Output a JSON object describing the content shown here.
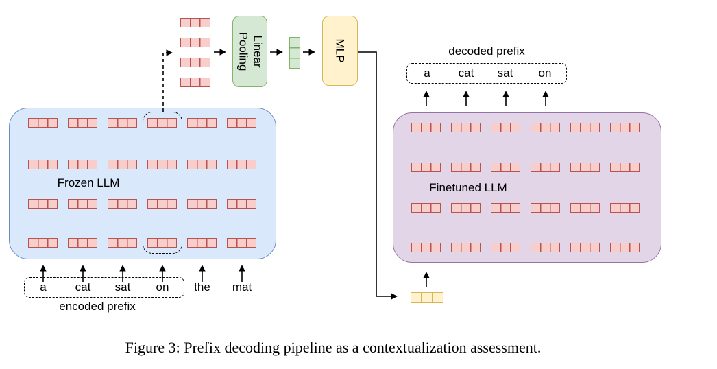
{
  "figure": {
    "caption": "Figure 3: Prefix decoding pipeline as a contextualization assessment."
  },
  "nodes": {
    "frozen_llm": {
      "label": "Frozen LLM",
      "fill": "#dae8fc",
      "stroke": "#6c8ebf",
      "token_rows": 4,
      "token_cols": 6
    },
    "finetuned_llm": {
      "label": "Finetuned LLM",
      "fill": "#e1d5e7",
      "stroke": "#9673a6",
      "token_rows": 4,
      "token_cols": 6
    },
    "linear_pooling": {
      "label": "Linear\nPooling",
      "fill": "#d5e8d4",
      "stroke": "#82b366"
    },
    "mlp": {
      "label": "MLP",
      "fill": "#fff2cc",
      "stroke": "#d6b656"
    },
    "hidden_state_stack": {
      "tokens": 4,
      "fill": "#f8cecc",
      "stroke": "#b85450"
    },
    "pooled_vector": {
      "cells": 3,
      "fill": "#d5e8d4",
      "stroke": "#82b366"
    },
    "new_token_embedding": {
      "cells": 3,
      "fill": "#fff2cc",
      "stroke": "#d6b656"
    }
  },
  "token_embedding": {
    "cells": 3,
    "fill": "#f8cecc",
    "stroke": "#b85450"
  },
  "input_words": [
    "a",
    "cat",
    "sat",
    "on",
    "the",
    "mat"
  ],
  "encoded_prefix": {
    "title": "encoded prefix",
    "words": [
      "a",
      "cat",
      "sat",
      "on"
    ]
  },
  "decoded_prefix": {
    "title": "decoded prefix",
    "words": [
      "a",
      "cat",
      "sat",
      "on"
    ]
  }
}
